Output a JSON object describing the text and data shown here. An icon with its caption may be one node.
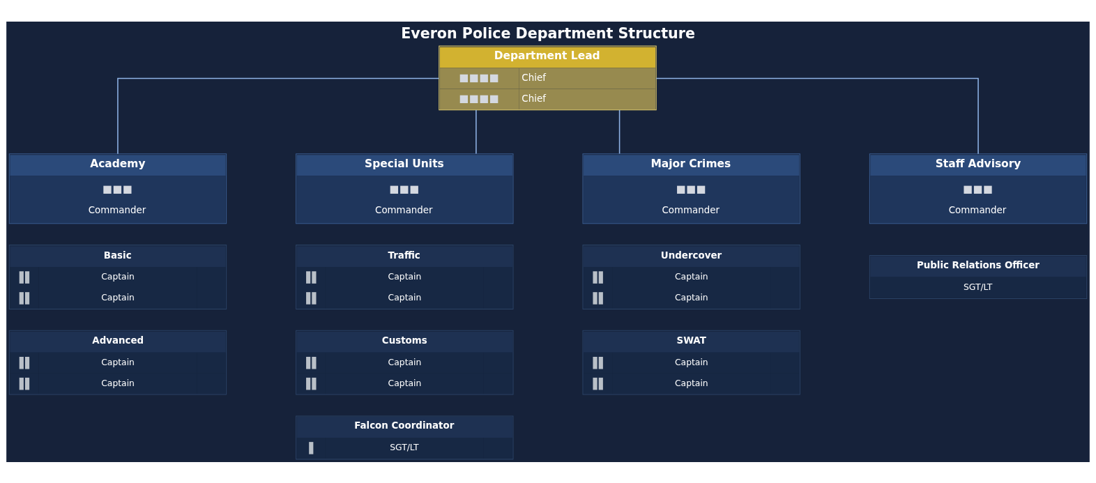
{
  "diagram": {
    "title": "Everon Police Department Structure",
    "nodes": [
      {
        "text": [
          "Department Lead",
          "Chief",
          "Chief"
        ]
      },
      {
        "text": [
          "Academy",
          "Commander"
        ]
      },
      {
        "text": [
          "Special Units",
          "Commander"
        ]
      },
      {
        "text": [
          "Major Crimes",
          "Commander"
        ]
      },
      {
        "text": [
          "Staff Advisory",
          "Commander"
        ]
      },
      {
        "text": [
          "Basic",
          "Captain",
          "Captain"
        ]
      },
      {
        "text": [
          "Traffic",
          "Captain",
          "Captain"
        ]
      },
      {
        "text": [
          "Undercover",
          "Captain",
          "Captain"
        ]
      },
      {
        "text": [
          "Public Relations Officer",
          "SGT/LT"
        ]
      },
      {
        "text": [
          "Advanced",
          "Captain",
          "Captain"
        ]
      },
      {
        "text": [
          "Customs",
          "Captain",
          "Captain"
        ]
      },
      {
        "text": [
          "SWAT",
          "Captain",
          "Captain"
        ]
      },
      {
        "text": [
          "Falcon Coordinator",
          "SGT/LT"
        ]
      }
    ],
    "edges": [
      {
        "from": 0,
        "to": 1,
        "arrow": "none"
      },
      {
        "from": 0,
        "to": 2,
        "arrow": "none"
      },
      {
        "from": 0,
        "to": 3,
        "arrow": "none"
      },
      {
        "from": 0,
        "to": 4,
        "arrow": "none"
      }
    ]
  }
}
